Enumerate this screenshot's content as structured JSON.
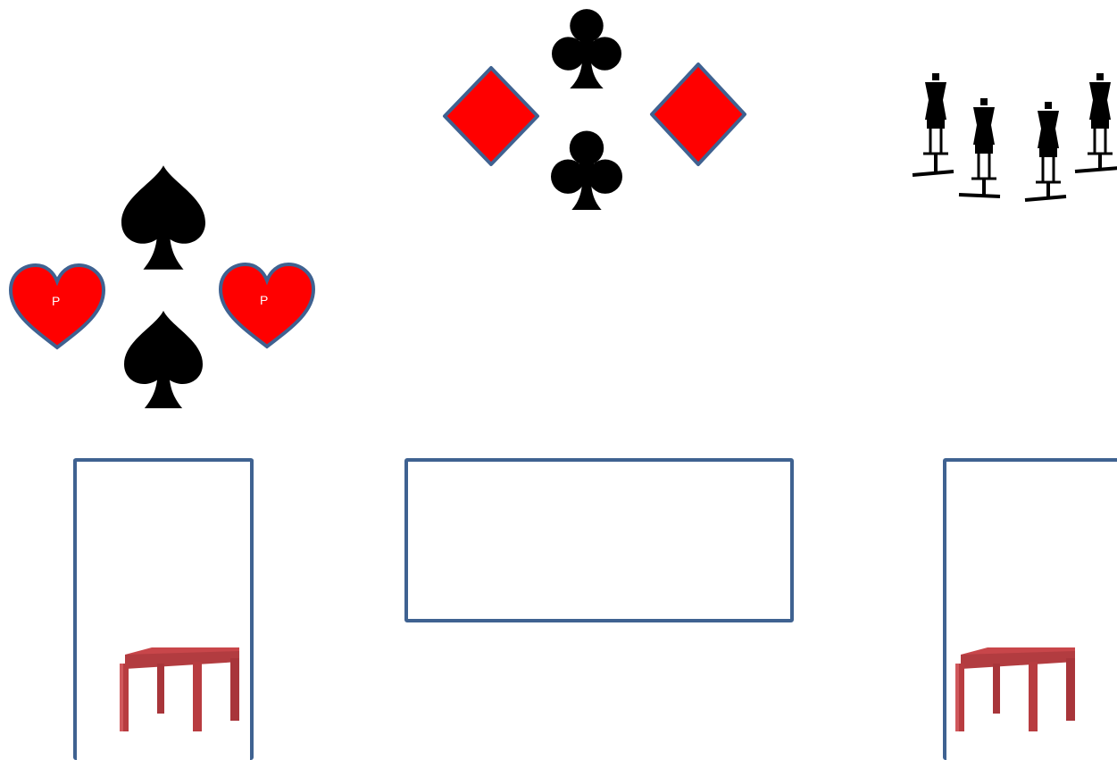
{
  "colors": {
    "red_fill": "#ff0000",
    "outline": "#3f6291",
    "black": "#000000",
    "table_top": "#c8464a",
    "table_side": "#a8353a",
    "table_leg": "#b83c40"
  },
  "groups": [
    {
      "name": "spades-and-hearts",
      "icons": [
        "spade-icon",
        "heart-icon",
        "heart-icon",
        "spade-icon"
      ],
      "heart_label": "P"
    },
    {
      "name": "clubs-and-diamonds",
      "icons": [
        "club-icon",
        "diamond-icon",
        "diamond-icon",
        "club-icon"
      ]
    },
    {
      "name": "mannequins",
      "icons": [
        "mannequin-icon",
        "mannequin-icon",
        "mannequin-icon",
        "mannequin-icon"
      ]
    }
  ],
  "boxes": [
    {
      "name": "left-area",
      "contains": "table-icon"
    },
    {
      "name": "center-area",
      "contains": ""
    },
    {
      "name": "right-area",
      "contains": "table-icon"
    }
  ]
}
